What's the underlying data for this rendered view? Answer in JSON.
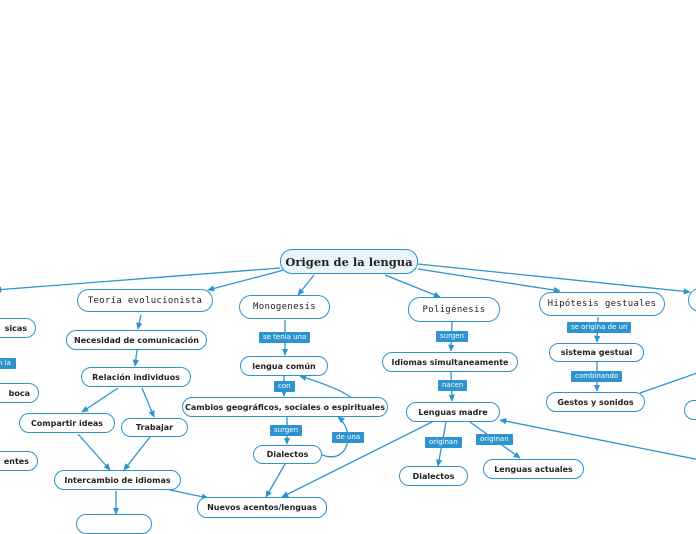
{
  "accent_color": "#2d94cf",
  "root": "Origen de la lengua",
  "branches": {
    "teoria": "Teoría evolucionista",
    "monogenesis": "Monogenesis",
    "poligenesis": "Poligénesis",
    "hipotesis": "Hipótesis gestuales"
  },
  "nodes": {
    "left_sicas": "sicas",
    "left_boca": "boca",
    "left_entes": "entes",
    "necesidad": "Necesidad de comunicación",
    "relacion": "Relación individuos",
    "compartir": "Compartir ideas",
    "trabajar": "Trabajar",
    "intercambio": "Intercambio de idiomas",
    "nuevos_acentos": "Nuevos acentos/lenguas",
    "lengua_comun": "lengua común",
    "cambios": "Cambios geográficos, sociales o espirituales",
    "dialectos_mono": "Dialectos",
    "idiomas_simultaneos": "Idiomas simultaneamente",
    "lenguas_madre": "Lenguas madre",
    "dialectos_poli": "Dialectos",
    "lenguas_actuales": "Lenguas actuales",
    "sistema_gestual": "sistema gestual",
    "gestos_sonidos": "Gestos y sonidos"
  },
  "labels": {
    "left_la": "n la",
    "se_tenia_una": "se tenia una",
    "con": "con",
    "surgen_mono": "surgen",
    "de_una": "de una",
    "surgen_poli": "surgen",
    "nacen": "nacen",
    "originan_1": "originan",
    "originan_2": "originan",
    "se_origina_de_un": "se origina de un",
    "combinando": "combinando"
  }
}
